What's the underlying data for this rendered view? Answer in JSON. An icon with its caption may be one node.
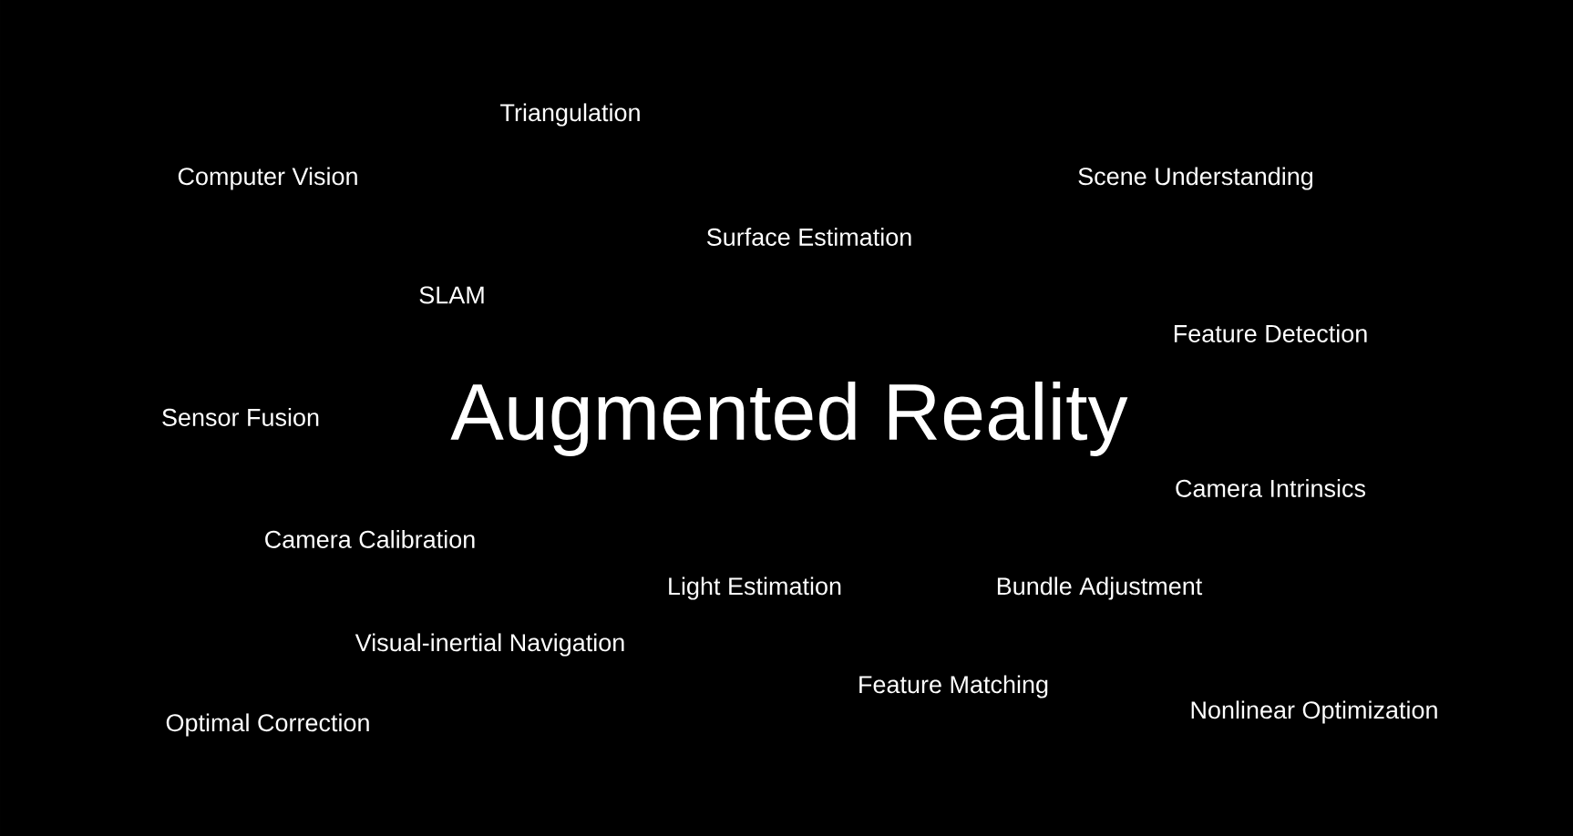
{
  "diagram": {
    "title": "Augmented Reality",
    "labels": [
      "Triangulation",
      "Computer Vision",
      "Scene Understanding",
      "Surface Estimation",
      "SLAM",
      "Feature Detection",
      "Sensor Fusion",
      "Camera Intrinsics",
      "Camera Calibration",
      "Light Estimation",
      "Bundle Adjustment",
      "Visual-inertial Navigation",
      "Feature Matching",
      "Optimal Correction",
      "Nonlinear Optimization"
    ]
  }
}
